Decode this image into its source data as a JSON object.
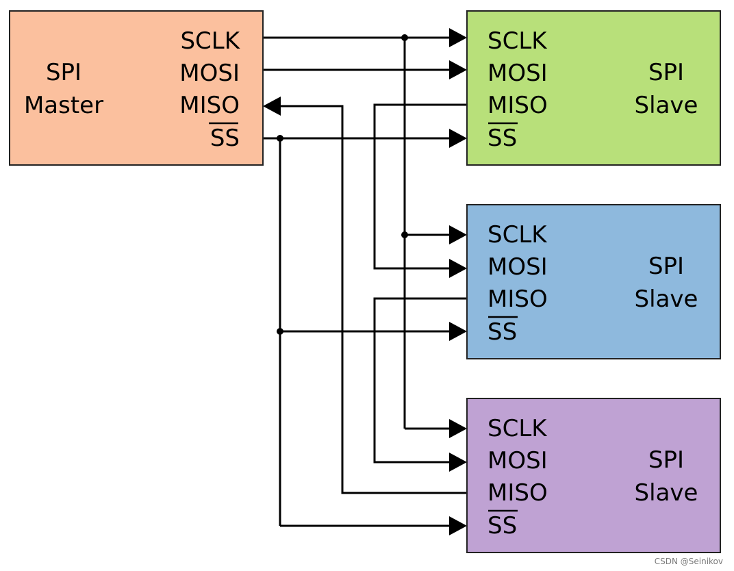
{
  "colors": {
    "master_fill": "#FBC09E",
    "slave1_fill": "#B8E07A",
    "slave2_fill": "#8EB9DD",
    "slave3_fill": "#BFA2D3",
    "wire": "#000000"
  },
  "master": {
    "title_line1": "SPI",
    "title_line2": "Master",
    "pins": {
      "sclk": "SCLK",
      "mosi": "MOSI",
      "miso": "MISO",
      "ss": "SS"
    }
  },
  "slaves": [
    {
      "title_line1": "SPI",
      "title_line2": "Slave",
      "pins": {
        "sclk": "SCLK",
        "mosi": "MOSI",
        "miso": "MISO",
        "ss": "SS"
      }
    },
    {
      "title_line1": "SPI",
      "title_line2": "Slave",
      "pins": {
        "sclk": "SCLK",
        "mosi": "MOSI",
        "miso": "MISO",
        "ss": "SS"
      }
    },
    {
      "title_line1": "SPI",
      "title_line2": "Slave",
      "pins": {
        "sclk": "SCLK",
        "mosi": "MOSI",
        "miso": "MISO",
        "ss": "SS"
      }
    }
  ],
  "watermark": "CSDN @Seinikov"
}
